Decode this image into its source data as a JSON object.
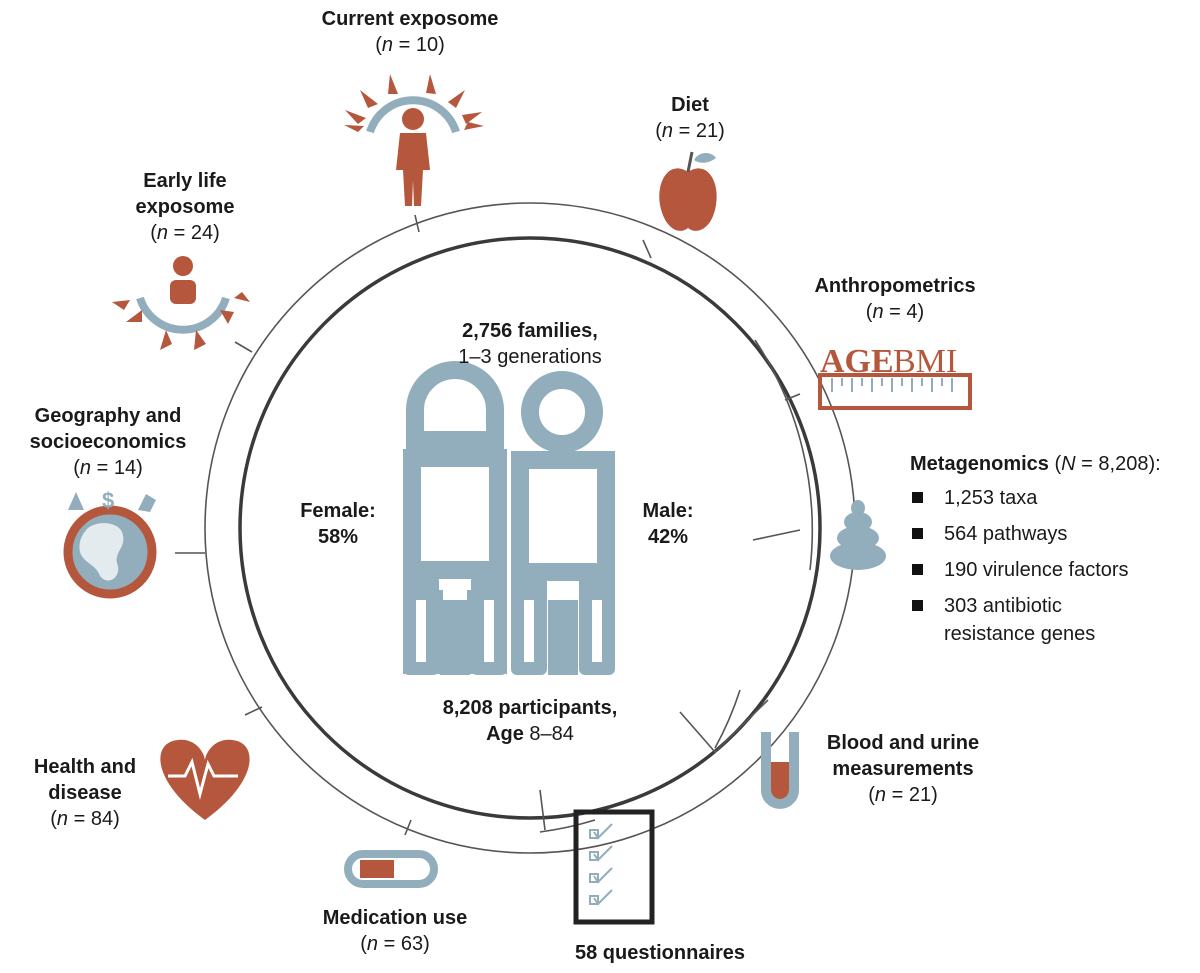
{
  "center": {
    "families_bold": "2,756 families,",
    "generations": "1–3 generations",
    "female_label": "Female:",
    "female_pct": "58%",
    "male_label": "Male:",
    "male_pct": "42%",
    "participants_bold": "8,208 participants,",
    "age_bold": "Age",
    "age_range": "8–84"
  },
  "categories": {
    "current_exposome": {
      "title": "Current exposome",
      "n": "10"
    },
    "diet": {
      "title": "Diet",
      "n": "21"
    },
    "anthropometrics": {
      "title": "Anthropometrics",
      "n": "4",
      "logo_age": "AGE",
      "logo_bmi": "BMI"
    },
    "early_life": {
      "title_line1": "Early life",
      "title_line2": "exposome",
      "n": "24"
    },
    "geography": {
      "title_line1": "Geography and",
      "title_line2": "socioeconomics",
      "n": "14",
      "dollar": "$"
    },
    "metagenomics": {
      "title": "Metagenomics",
      "N": "8,208",
      "items": [
        "1,253 taxa",
        "564 pathways",
        "190 virulence factors",
        "303 antibiotic",
        "resistance genes"
      ]
    },
    "blood_urine": {
      "title_line1": "Blood and urine",
      "title_line2": "measurements",
      "n": "21"
    },
    "health": {
      "title_line1": "Health and",
      "title_line2": "disease",
      "n": "84"
    },
    "medication": {
      "title": "Medication use",
      "n": "63"
    },
    "questionnaires": {
      "title": "58 questionnaires"
    }
  },
  "colors": {
    "rust": "#b5573c",
    "steel": "#92aebd",
    "ring": "#444444"
  }
}
